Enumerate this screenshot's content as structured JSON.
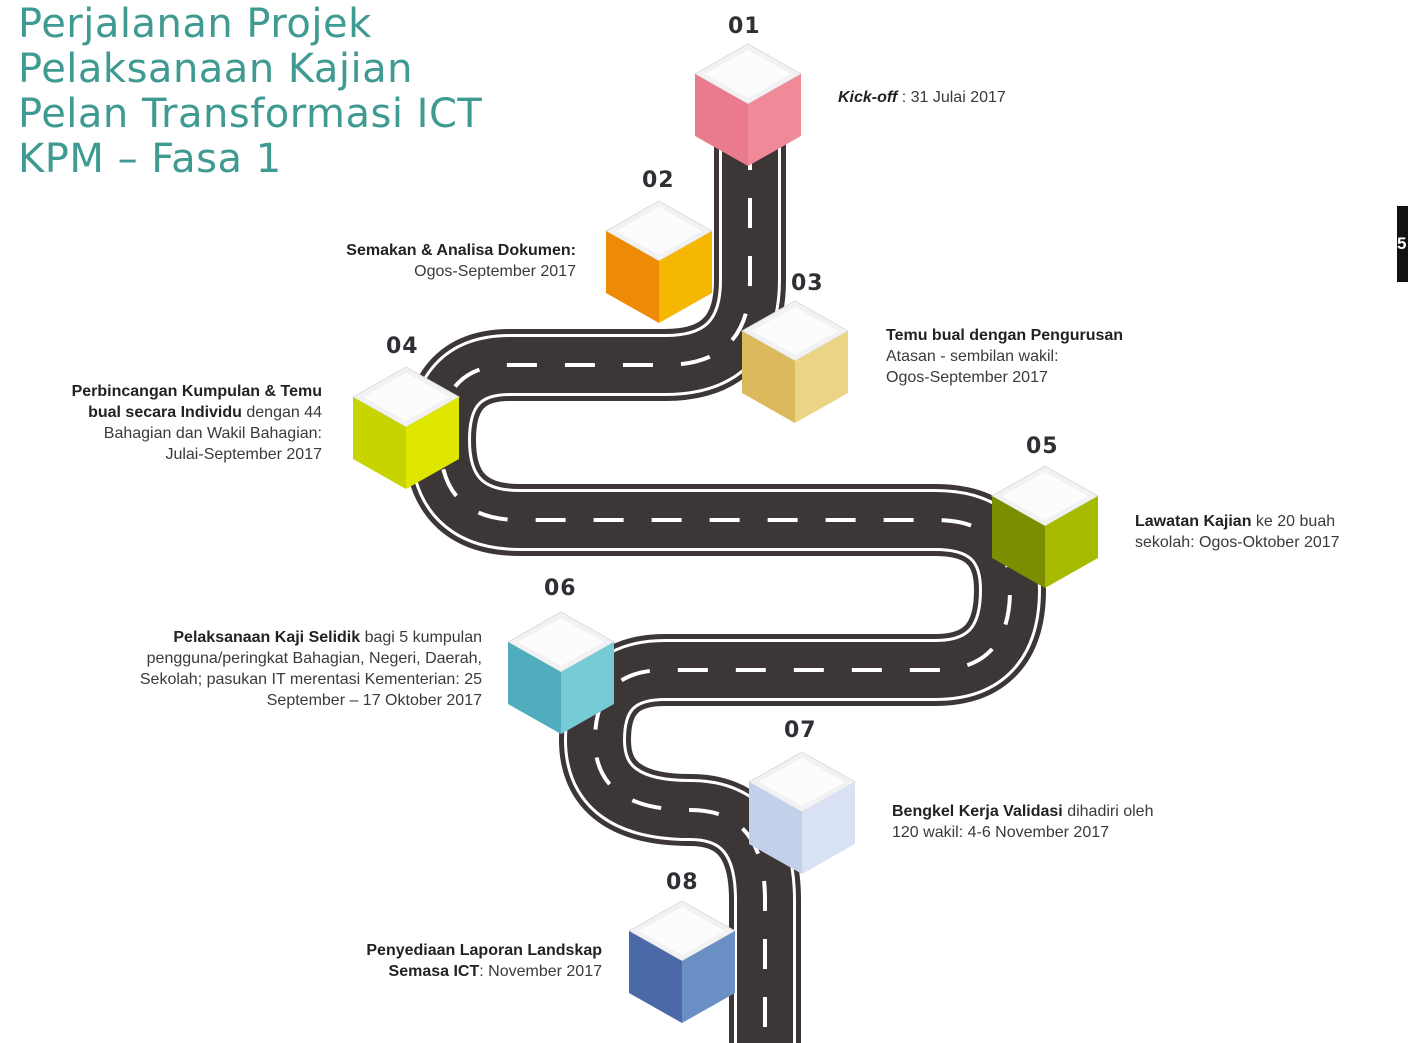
{
  "title": {
    "lines": [
      "Perjalanan Projek",
      "Pelaksanaan Kajian",
      "Pelan Transformasi ICT",
      "KPM – Fasa 1"
    ]
  },
  "page_number": "5",
  "milestones": [
    {
      "num": "01",
      "parts": [
        {
          "t": "Kick-off",
          "s": "bi"
        },
        {
          "t": " : 31 Julai 2017",
          "s": "n"
        }
      ],
      "colors": {
        "left": "#ea7b8c",
        "right": "#f08a98"
      }
    },
    {
      "num": "02",
      "parts": [
        {
          "t": "Semakan & Analisa Dokumen:",
          "s": "b"
        },
        {
          "t": "\nOgos-September 2017",
          "s": "n"
        }
      ],
      "colors": {
        "left": "#ef8a06",
        "right": "#f5b700"
      }
    },
    {
      "num": "03",
      "parts": [
        {
          "t": "Temu bual dengan Pengurusan",
          "s": "b"
        },
        {
          "t": "\nAtasan - sembilan wakil:\nOgos-September 2017",
          "s": "n"
        }
      ],
      "colors": {
        "left": "#dbb95c",
        "right": "#ecd486"
      }
    },
    {
      "num": "04",
      "parts": [
        {
          "t": "Perbincangan Kumpulan & Temu\nbual secara Individu",
          "s": "b"
        },
        {
          "t": " dengan 44\nBahagian dan Wakil Bahagian:\nJulai-September 2017",
          "s": "n"
        }
      ],
      "colors": {
        "left": "#c8d400",
        "right": "#dfe600"
      }
    },
    {
      "num": "05",
      "parts": [
        {
          "t": "Lawatan Kajian",
          "s": "b"
        },
        {
          "t": " ke 20 buah\nsekolah: Ogos-Oktober 2017",
          "s": "n"
        }
      ],
      "colors": {
        "left": "#7a8e00",
        "right": "#a6bb00"
      }
    },
    {
      "num": "06",
      "parts": [
        {
          "t": "Pelaksanaan Kaji Selidik",
          "s": "b"
        },
        {
          "t": " bagi 5 kumpulan\npengguna/peringkat Bahagian, Negeri, Daerah,\nSekolah; pasukan IT merentasi Kementerian: 25\nSeptember – 17 Oktober 2017",
          "s": "n"
        }
      ],
      "colors": {
        "left": "#50adbd",
        "right": "#76cad5"
      }
    },
    {
      "num": "07",
      "parts": [
        {
          "t": "Bengkel Kerja Validasi",
          "s": "b"
        },
        {
          "t": " dihadiri oleh\n120 wakil: 4-6 November 2017",
          "s": "n"
        }
      ],
      "colors": {
        "left": "#c3d0ea",
        "right": "#d9e2f4"
      }
    },
    {
      "num": "08",
      "parts": [
        {
          "t": "Penyediaan Laporan Landskap\nSemasa ICT",
          "s": "b"
        },
        {
          "t": ": November 2017",
          "s": "n"
        }
      ],
      "colors": {
        "left": "#4a69a6",
        "right": "#6a8fc5"
      }
    }
  ],
  "road_color": "#3d3637"
}
